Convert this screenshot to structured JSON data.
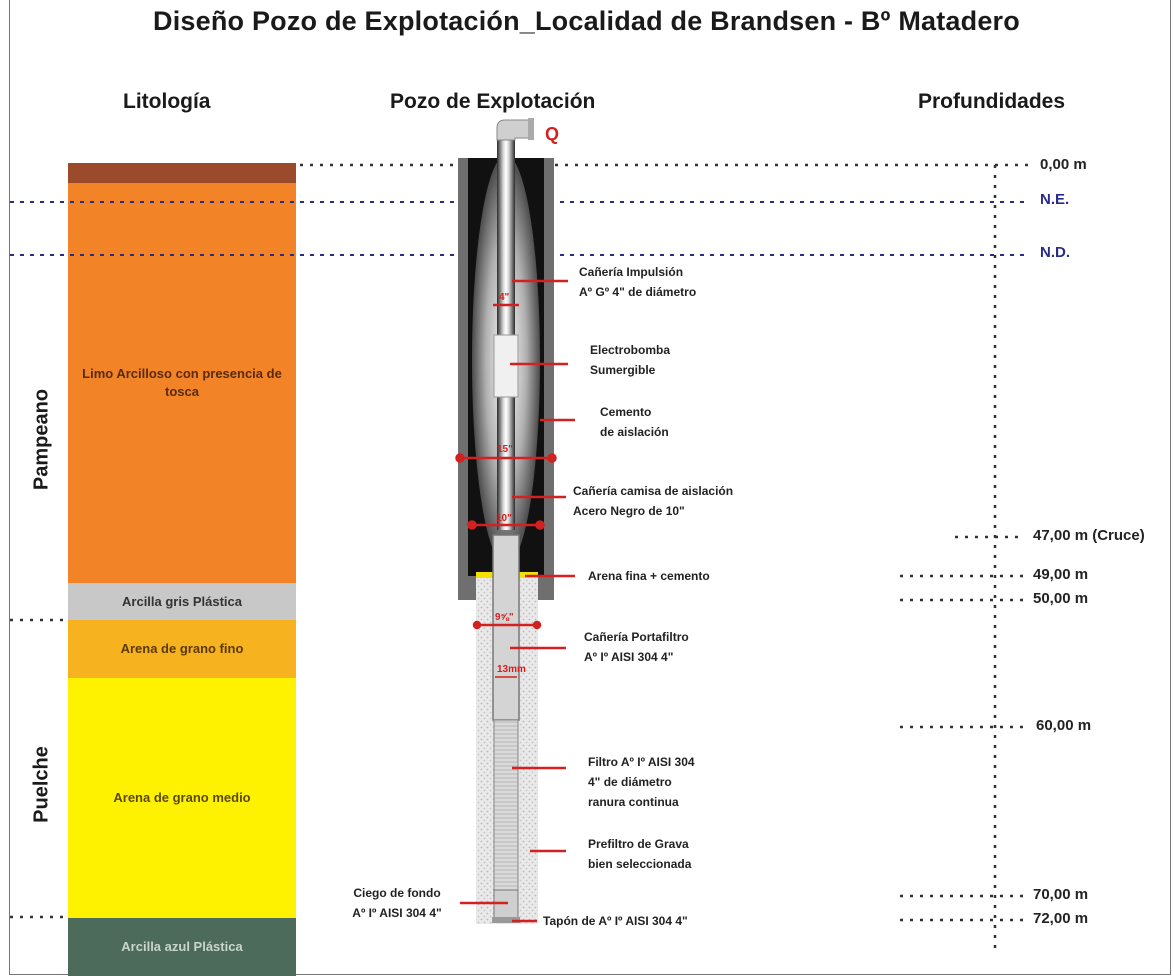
{
  "title": "Diseño Pozo de Explotación_Localidad de Brandsen - Bº Matadero",
  "headers": {
    "lithology": "Litología",
    "well": "Pozo de Explotación",
    "depths": "Profundidades"
  },
  "flow_symbol": "Q",
  "groups": {
    "upper": "Pampeano",
    "lower": "Puelche"
  },
  "layers": [
    {
      "name": "",
      "color": "#9c4a2c"
    },
    {
      "name": "Limo Arcilloso con\npresencia de tosca",
      "color": "#f28427"
    },
    {
      "name": "Arcilla gris Plástica",
      "color": "#c8c8c8"
    },
    {
      "name": "Arena de grano fino",
      "color": "#f7b21f"
    },
    {
      "name": "Arena de grano medio",
      "color": "#fff200"
    },
    {
      "name": "Arcilla azul Plástica",
      "color": "#4d6b5a"
    }
  ],
  "depths": {
    "d0": "0,00 m",
    "ne": "N.E.",
    "nd": "N.D.",
    "d47": "47,00 m (Cruce)",
    "d49": "49,00 m",
    "d50": "50,00 m",
    "d60": "60,00 m",
    "d70": "70,00 m",
    "d72": "72,00 m"
  },
  "components": {
    "impulsion": "Cañería Impulsión\nAº Gº 4\" de diámetro",
    "pump": "Electrobomba\nSumergible",
    "cement": "Cemento\nde aislación",
    "casing": "Cañería camisa de aislación\nAcero Negro de 10\"",
    "sand_cement": "Arena fina + cemento",
    "filter_holder": "Cañería Portafiltro\nAº Iº AISI 304 4\"",
    "filter": "Filtro Aº Iº AISI 304\n4\" de diámetro\nranura continua",
    "gravel": "Prefiltro de Grava\nbien seleccionada",
    "blind_bottom": "Ciego de fondo\nAº Iº AISI 304 4\"",
    "plug": "Tapón de Aº Iº AISI 304 4\""
  },
  "measures": {
    "m4": "4\"",
    "m15": "15\"",
    "m10": "10\"",
    "m9": "9⅝\"",
    "m13": "13mm"
  },
  "colors": {
    "accent_red": "#d32020",
    "water_level_blue": "#2b2b8c"
  }
}
